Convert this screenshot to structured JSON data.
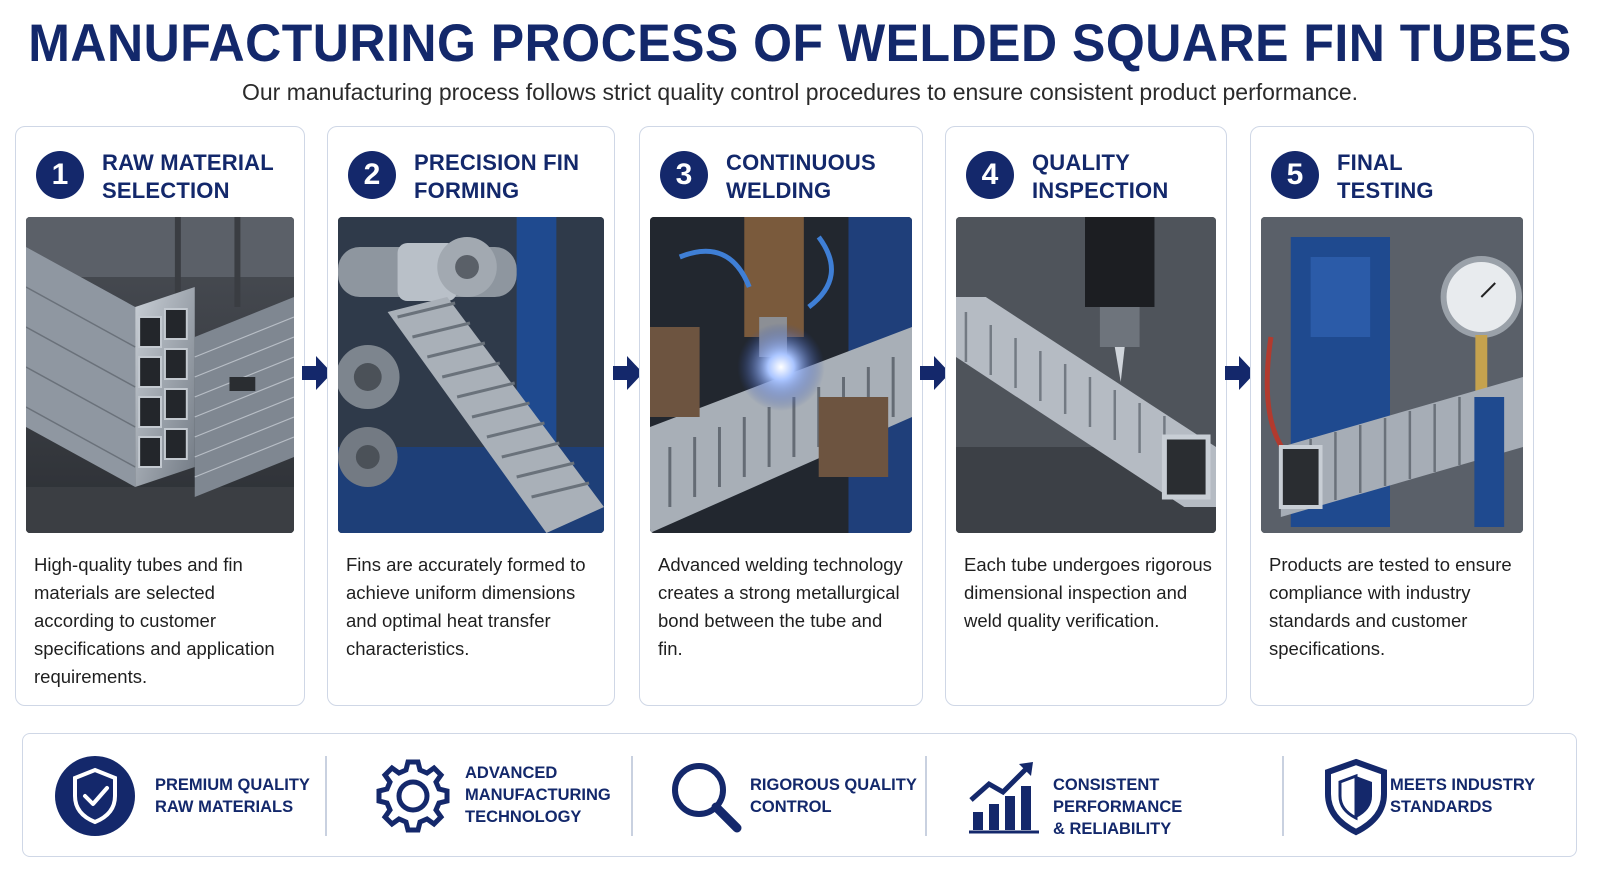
{
  "header": {
    "title": "MANUFACTURING PROCESS OF WELDED SQUARE FIN TUBES",
    "subtitle": "Our manufacturing process follows strict quality control procedures to ensure consistent product performance."
  },
  "steps": [
    {
      "number": "1",
      "title_line1": "RAW MATERIAL",
      "title_line2": "SELECTION",
      "description": "High-quality tubes and fin materials are selected according to customer specifications and application requirements."
    },
    {
      "number": "2",
      "title_line1": "PRECISION FIN",
      "title_line2": "FORMING",
      "description": "Fins are accurately formed to achieve uniform dimensions and optimal heat transfer characteristics."
    },
    {
      "number": "3",
      "title_line1": "CONTINUOUS",
      "title_line2": "WELDING",
      "description": "Advanced welding technology creates a strong metallurgical bond between the tube and fin."
    },
    {
      "number": "4",
      "title_line1": "QUALITY",
      "title_line2": "INSPECTION",
      "description": "Each tube undergoes rigorous dimensional inspection and weld quality verification."
    },
    {
      "number": "5",
      "title_line1": "FINAL",
      "title_line2": "TESTING",
      "description": "Products are tested to ensure compliance with industry standards and customer specifications."
    }
  ],
  "features": [
    {
      "icon": "shield-check-icon",
      "line1": "PREMIUM QUALITY",
      "line2": "RAW MATERIALS",
      "line3": ""
    },
    {
      "icon": "gear-icon",
      "line1": "ADVANCED",
      "line2": "MANUFACTURING",
      "line3": "TECHNOLOGY"
    },
    {
      "icon": "magnifier-icon",
      "line1": "RIGOROUS QUALITY",
      "line2": "CONTROL",
      "line3": ""
    },
    {
      "icon": "growth-chart-icon",
      "line1": "CONSISTENT PERFORMANCE",
      "line2": "& RELIABILITY",
      "line3": ""
    },
    {
      "icon": "shield-icon",
      "line1": "MEETS INDUSTRY",
      "line2": "STANDARDS",
      "line3": ""
    }
  ],
  "colors": {
    "navy": "#14286b",
    "card_border": "#cfd7e6",
    "steel": "#9aa3ad",
    "machine_blue": "#1f4a8f",
    "weld_glow": "#8fb2ff"
  }
}
